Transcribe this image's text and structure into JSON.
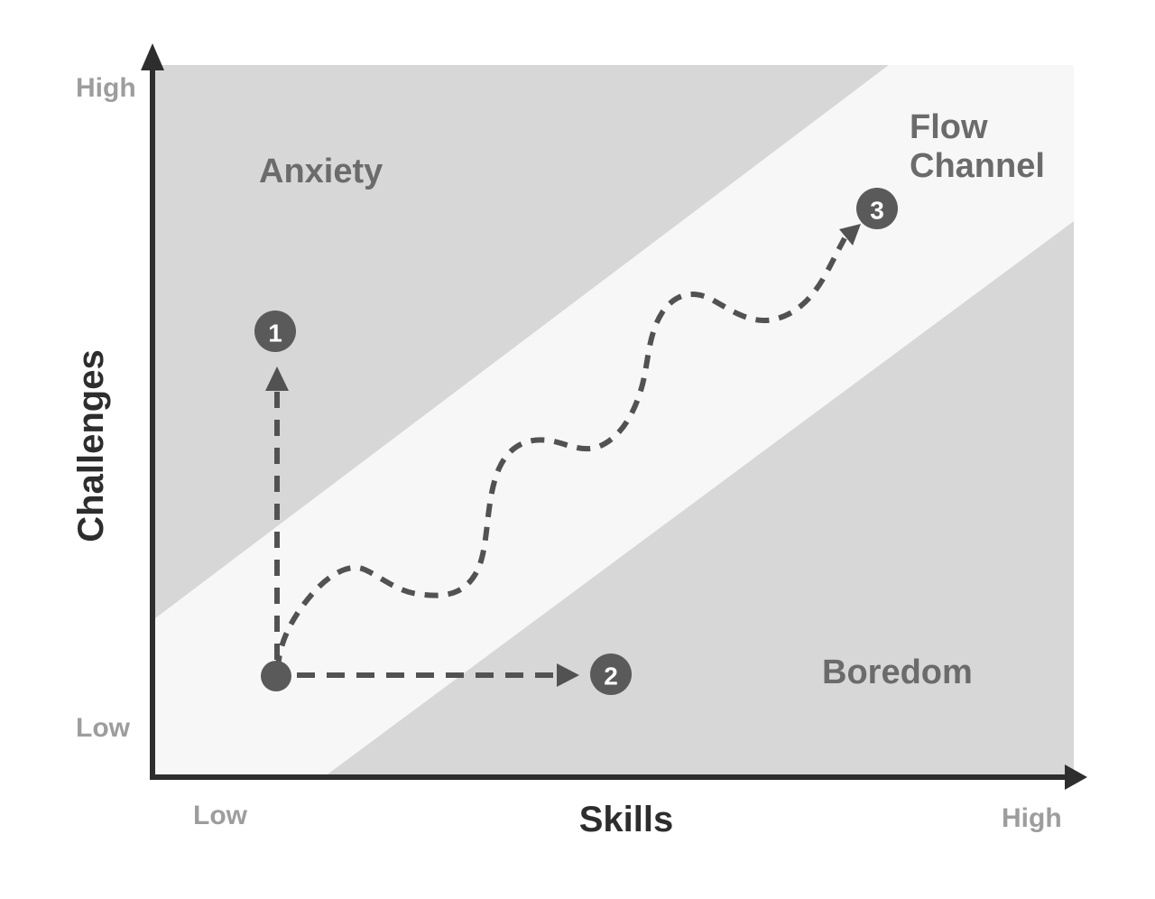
{
  "diagram_title": "Flow Channel",
  "colors": {
    "background": "#ffffff",
    "region_gray": "#d7d7d7",
    "flow_band": "#f7f7f7",
    "axis": "#2e2e2e",
    "axis_title": "#2d2d2d",
    "tick_label": "#9d9d9d",
    "region_label": "#6b6b6b",
    "dash": "#525252",
    "marker_fill": "#5a5a5a",
    "marker_number": "#ffffff"
  },
  "axes": {
    "y": {
      "title": "Challenges",
      "high": "High",
      "low": "Low"
    },
    "x": {
      "title": "Skills",
      "low": "Low",
      "high": "High"
    }
  },
  "regions": {
    "anxiety": {
      "label": "Anxiety"
    },
    "flow": {
      "line1": "Flow",
      "line2": "Channel"
    },
    "boredom": {
      "label": "Boredom"
    }
  },
  "markers": {
    "m1": {
      "label": "1"
    },
    "m2": {
      "label": "2"
    },
    "m3": {
      "label": "3"
    }
  },
  "chart_data": {
    "type": "diagram",
    "subtype": "flow-channel-model",
    "x_axis": {
      "label": "Skills",
      "range": [
        "Low",
        "High"
      ]
    },
    "y_axis": {
      "label": "Challenges",
      "range": [
        "Low",
        "High"
      ]
    },
    "regions": [
      {
        "name": "Anxiety",
        "position": "upper-left",
        "fill": "#d7d7d7"
      },
      {
        "name": "Flow Channel",
        "position": "diagonal-band",
        "fill": "#f7f7f7"
      },
      {
        "name": "Boredom",
        "position": "lower-right",
        "fill": "#d7d7d7"
      }
    ],
    "markers": [
      {
        "id": "start",
        "skills": "low",
        "challenges": "low",
        "region": "Flow Channel",
        "style": "solid-dot"
      },
      {
        "id": "1",
        "skills": "low",
        "challenges": "medium-high",
        "region": "Anxiety"
      },
      {
        "id": "2",
        "skills": "medium",
        "challenges": "low",
        "region": "Boredom"
      },
      {
        "id": "3",
        "skills": "high",
        "challenges": "high",
        "region": "Flow Channel"
      }
    ],
    "paths": [
      {
        "from": "start",
        "to": "1",
        "style": "dashed-straight-arrow",
        "direction": "up"
      },
      {
        "from": "start",
        "to": "2",
        "style": "dashed-straight-arrow",
        "direction": "right"
      },
      {
        "from": "start",
        "to": "3",
        "style": "dashed-wavy-arrow",
        "direction": "up-right through flow channel"
      }
    ]
  }
}
